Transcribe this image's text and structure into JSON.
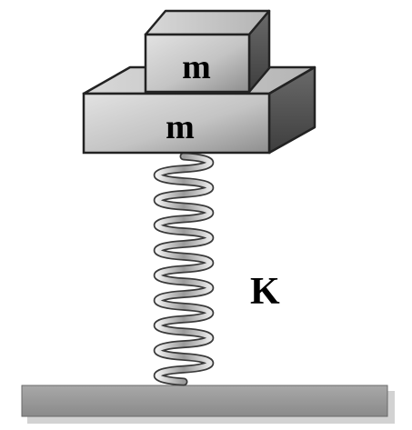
{
  "diagram": {
    "top_block": {
      "label": "m"
    },
    "bottom_block": {
      "label": "m"
    },
    "spring": {
      "label": "K"
    }
  },
  "colors": {
    "block_face_light": "#dcdcdc",
    "block_face_dark": "#9a9a9a",
    "block_top": "#c8c8c8",
    "block_side": "#5a5a5a",
    "ground": "#9c9c9c",
    "ground_shadow": "#d4d4d4",
    "spring": "#6e6e6e"
  }
}
